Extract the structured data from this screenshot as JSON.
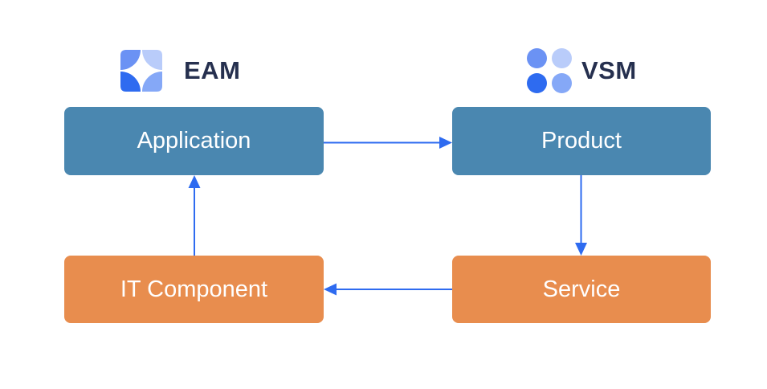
{
  "page": {
    "background": "#ffffff"
  },
  "colors": {
    "node_blue": "#4a87b0",
    "node_orange": "#e88d4e",
    "arrow": "#2e6bf0",
    "heading_text": "#26304f",
    "node_text": "#ffffff",
    "logo_palette": {
      "medium": "#6b92f4",
      "light": "#b9ccfa",
      "vivid": "#2e6bf0",
      "midlight": "#85a8f7"
    }
  },
  "headers": {
    "eam": {
      "label": "EAM",
      "icon": "eam-jira-sails-logo"
    },
    "vsm": {
      "label": "VSM",
      "icon": "vsm-four-dots-logo"
    }
  },
  "diagram": {
    "nodes": [
      {
        "id": "application",
        "label": "Application",
        "group": "EAM",
        "color": "#4a87b0"
      },
      {
        "id": "product",
        "label": "Product",
        "group": "VSM",
        "color": "#4a87b0"
      },
      {
        "id": "it-component",
        "label": "IT Component",
        "group": "EAM",
        "color": "#e88d4e"
      },
      {
        "id": "service",
        "label": "Service",
        "group": "VSM",
        "color": "#e88d4e"
      }
    ],
    "edges": [
      {
        "id": "application-to-product",
        "from": "Application",
        "to": "Product"
      },
      {
        "id": "product-to-service",
        "from": "Product",
        "to": "Service"
      },
      {
        "id": "service-to-it-component",
        "from": "Service",
        "to": "IT Component"
      },
      {
        "id": "it-component-to-application",
        "from": "IT Component",
        "to": "Application"
      }
    ]
  }
}
